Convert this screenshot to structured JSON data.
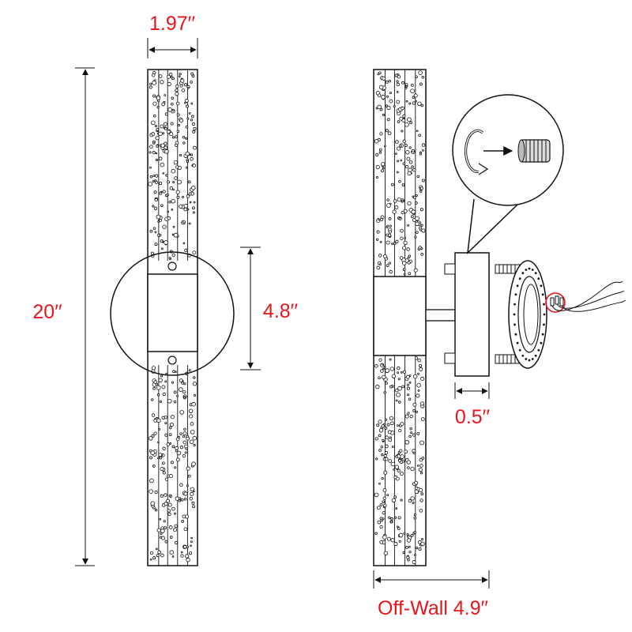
{
  "dimensions": {
    "width": "1.97′′",
    "height": "20′′",
    "canopy_height": "4.8′′",
    "canopy_depth": "0.5′′",
    "off_wall": "Off-Wall 4.9′′"
  },
  "colors": {
    "label": "#e8141c",
    "line": "#111111"
  },
  "icons": {
    "detail": "rotate-arrow-icon",
    "knurled": "knurled-nut-icon"
  }
}
